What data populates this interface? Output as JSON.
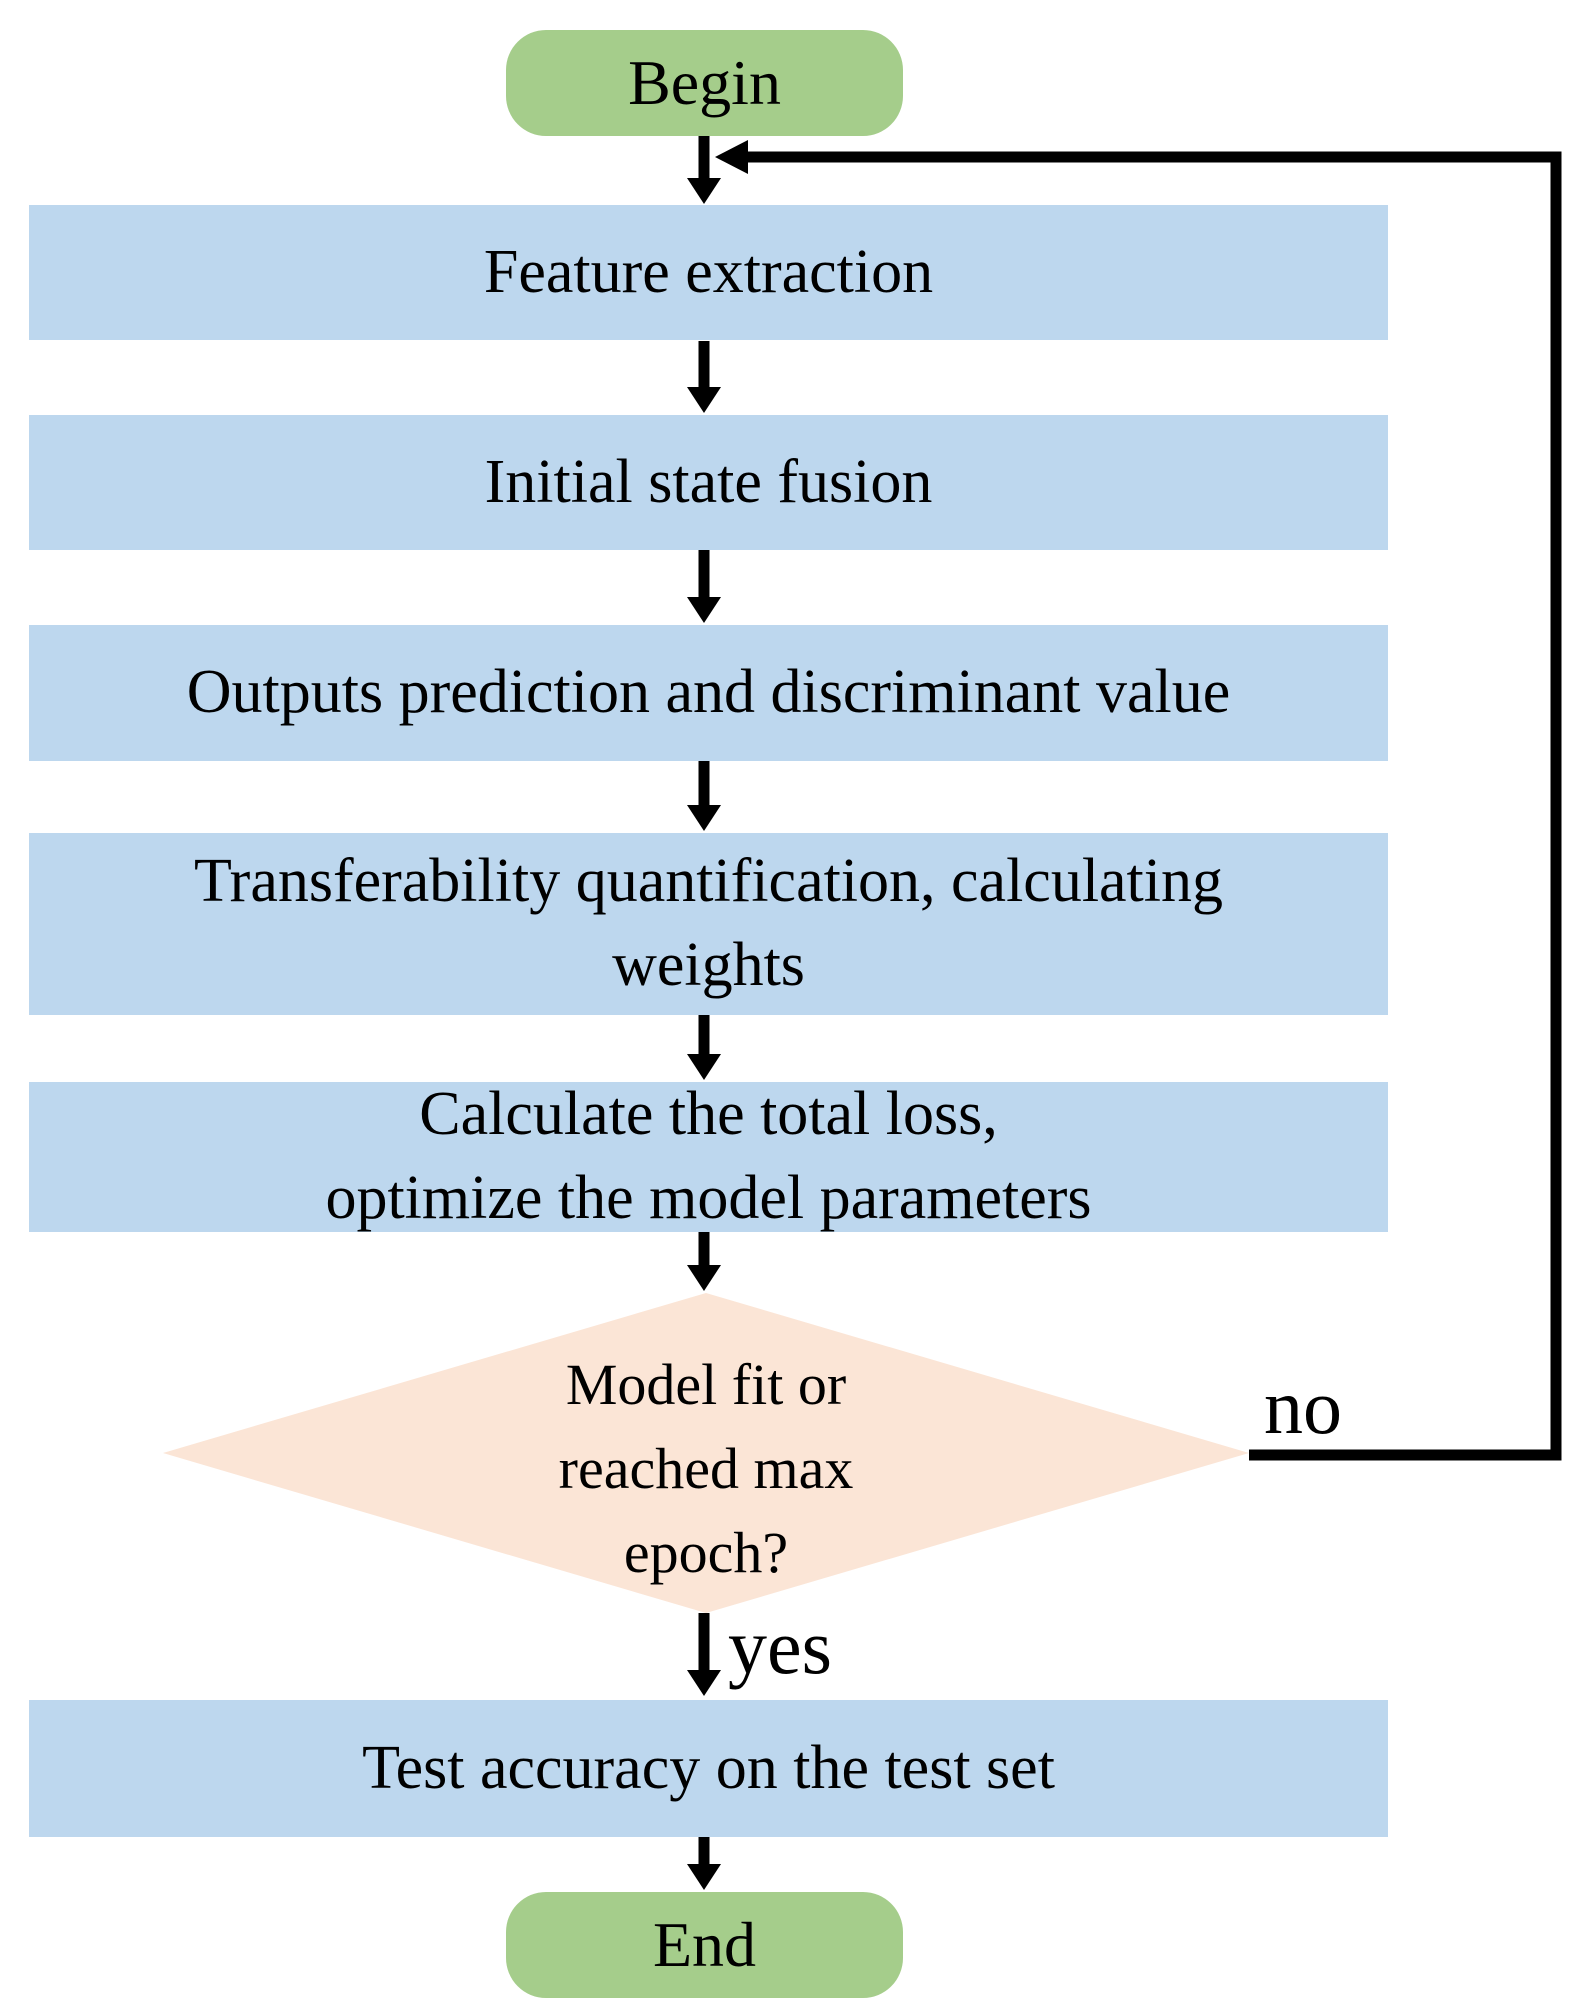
{
  "flowchart": {
    "terminals": {
      "begin": "Begin",
      "end": "End"
    },
    "steps": [
      {
        "id": "feature-extraction",
        "lines": [
          "Feature extraction"
        ]
      },
      {
        "id": "initial-state-fusion",
        "lines": [
          "Initial state fusion"
        ]
      },
      {
        "id": "outputs-prediction",
        "lines": [
          "Outputs prediction and discriminant value"
        ]
      },
      {
        "id": "transferability-quantification",
        "lines": [
          "Transferability quantification, calculating",
          "weights"
        ]
      },
      {
        "id": "total-loss-optimization",
        "lines": [
          "Calculate the total loss,",
          "optimize the model parameters"
        ]
      },
      {
        "id": "test-accuracy",
        "lines": [
          "Test accuracy on the test set"
        ]
      }
    ],
    "decision": {
      "id": "model-fit-check",
      "lines": [
        "Model fit or",
        "reached max",
        "epoch?"
      ]
    },
    "branch_labels": {
      "no": "no",
      "yes": "yes"
    },
    "colors": {
      "terminal_fill": "#a5cd8b",
      "process_fill": "#bdd7ee",
      "decision_fill": "#fbe5d6",
      "connector": "#000000",
      "text": "#000000",
      "background": "#ffffff"
    }
  }
}
